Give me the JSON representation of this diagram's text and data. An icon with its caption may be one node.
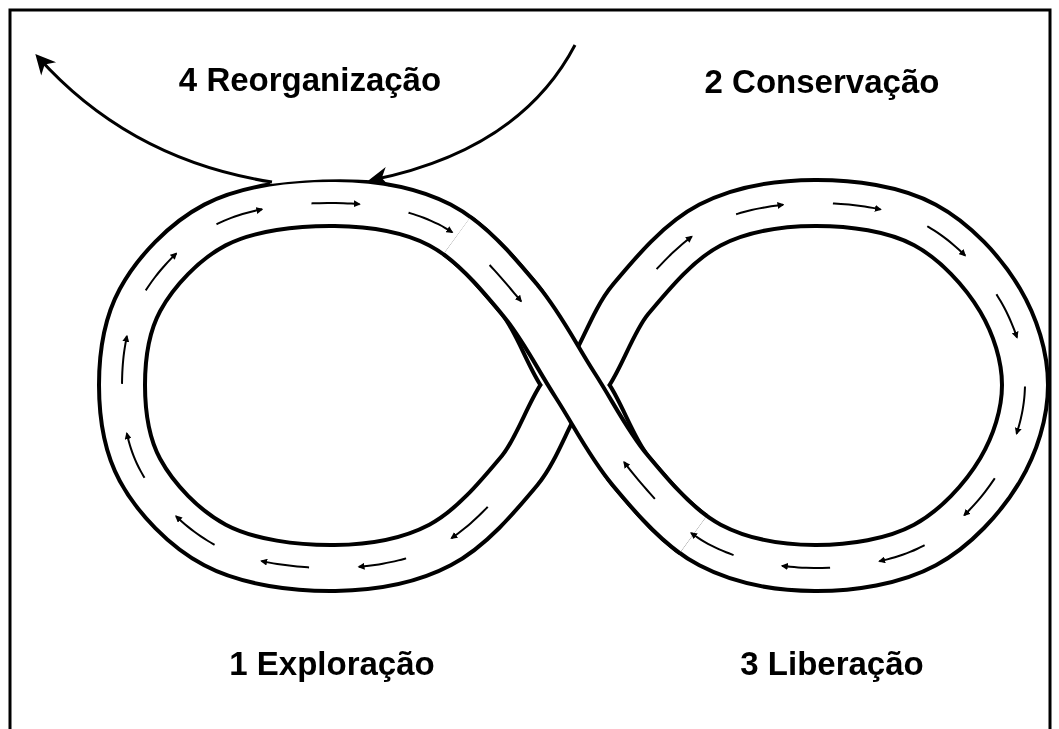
{
  "diagram": {
    "labels": [
      "4 Reorganização",
      "2 Conservação",
      "1 Exploração",
      "3 Liberação"
    ]
  }
}
